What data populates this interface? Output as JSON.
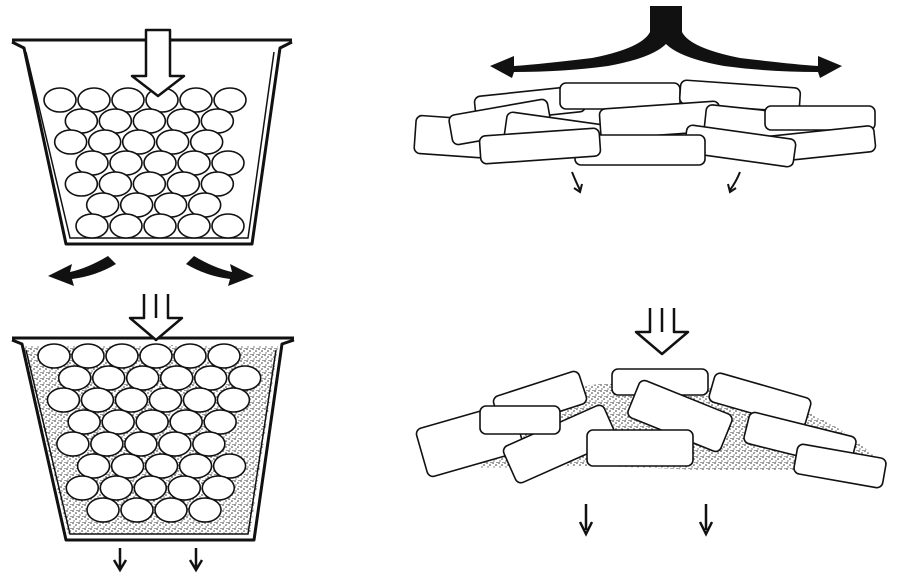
{
  "figure": {
    "panels": [
      {
        "id": "beaker-spheres-top",
        "content": "spheres"
      },
      {
        "id": "plates-top",
        "content": "plates"
      },
      {
        "id": "beaker-spheres-bottom",
        "content": "spheres-with-matrix"
      },
      {
        "id": "plates-bottom",
        "content": "plates-with-matrix"
      }
    ],
    "colors": {
      "ink": "#111111",
      "paper": "#ffffff",
      "matrix": "#6a6a6a"
    }
  }
}
